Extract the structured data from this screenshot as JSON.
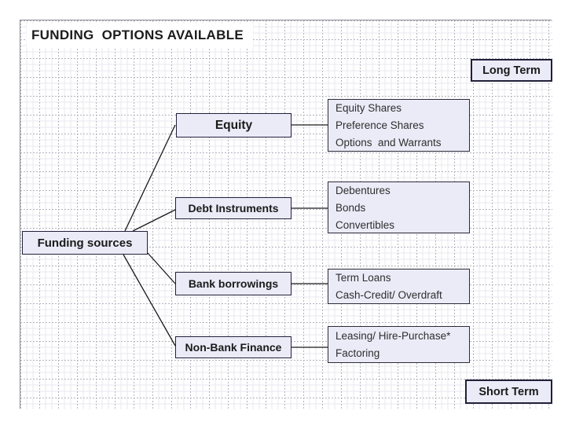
{
  "title": "FUNDING  OPTIONS AVAILABLE",
  "badges": {
    "long_term": "Long Term",
    "short_term": "Short Term"
  },
  "root_label": "Funding sources",
  "branches": [
    {
      "label": "Equity",
      "items": [
        "Equity Shares",
        "Preference Shares",
        "Options  and Warrants"
      ]
    },
    {
      "label": "Debt Instruments",
      "items": [
        "Debentures",
        "Bonds",
        "Convertibles"
      ]
    },
    {
      "label": "Bank borrowings",
      "items": [
        "Term Loans",
        "Cash-Credit/ Overdraft"
      ]
    },
    {
      "label": "Non-Bank Finance",
      "items": [
        "Leasing/ Hire-Purchase*",
        "Factoring"
      ]
    }
  ],
  "colors": {
    "node_fill": "#ebebf8",
    "node_border": "#21203a",
    "connector": "#1a1a1a",
    "grid_minor": "#e8e8ef",
    "grid_major": "#b3b3bf",
    "panel_border": "#8f8f98",
    "text": "#262626",
    "title_text": "#1c1c1c"
  }
}
